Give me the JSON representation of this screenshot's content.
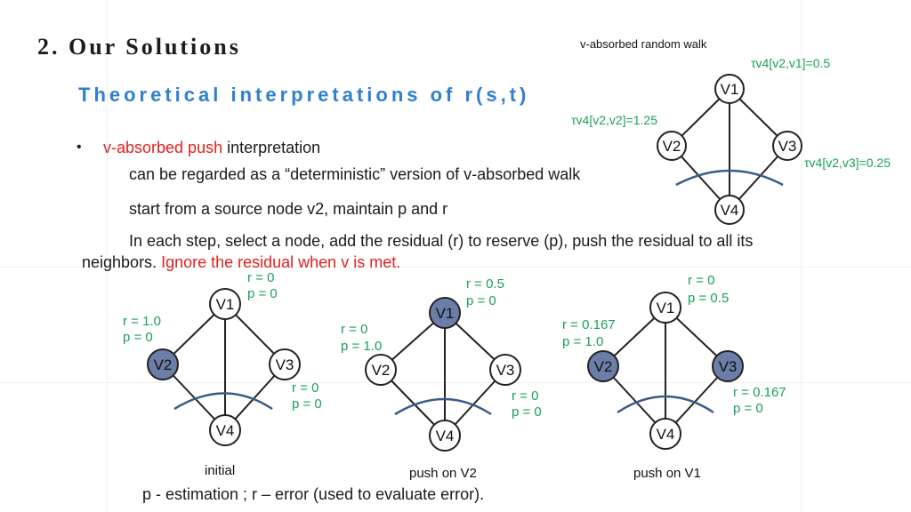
{
  "slide": {
    "title": "2. Our Solutions",
    "subtitle": "Theoretical interpretations of r(s,t)",
    "bullet": {
      "red_part": "v-absorbed push",
      "black_part": " interpretation"
    },
    "line1": "can be regarded as a “deterministic” version of v-absorbed walk",
    "line2": "start from a source node v2, maintain p and r",
    "line3a": "In each step, select a node, add the residual (r) to reserve (p), push the residual to all its",
    "line3b_black": "neighbors. ",
    "line3b_red": "Ignore the residual when v is met.",
    "footer": "p - estimation ; r – error (used to evaluate error)."
  },
  "walk": {
    "title": "v-absorbed random walk",
    "tau_v1": "τv4[v2,v1]=0.5",
    "tau_v2": "τv4[v2,v2]=1.25",
    "tau_v3": "τv4[v2,v3]=0.25",
    "nodes": [
      "V1",
      "V2",
      "V3",
      "V4"
    ]
  },
  "graphs": [
    {
      "caption": "initial",
      "v1": {
        "r": "r = 0",
        "p": "p = 0"
      },
      "v2": {
        "r": "r = 1.0",
        "p": "p = 0"
      },
      "v3": {
        "r": "r = 0",
        "p": "p = 0"
      },
      "filled": [
        "V2"
      ]
    },
    {
      "caption": "push on V2",
      "v1": {
        "r": "r = 0.5",
        "p": "p = 0"
      },
      "v2": {
        "r": "r = 0",
        "p": "p = 1.0"
      },
      "v3": {
        "r": "r = 0",
        "p": "p = 0"
      },
      "filled": [
        "V1"
      ]
    },
    {
      "caption": "push on V1",
      "v1": {
        "r": "r = 0",
        "p": "p = 0.5"
      },
      "v2": {
        "r": "r = 0.167",
        "p": "p = 1.0"
      },
      "v3": {
        "r": "r = 0.167",
        "p": "p = 0"
      },
      "filled": [
        "V2",
        "V3"
      ]
    }
  ]
}
